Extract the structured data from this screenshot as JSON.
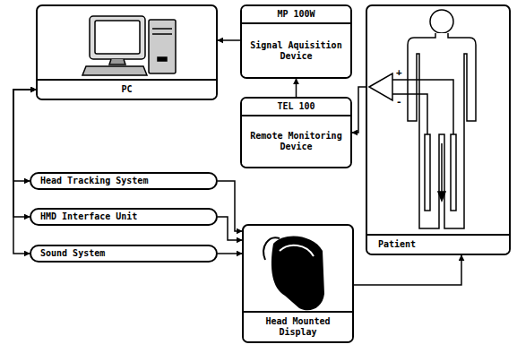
{
  "diagram": {
    "nodes": [
      {
        "text": [
          "PC"
        ]
      },
      {
        "text": [
          "MP 100W",
          "Signal Aquisition Device"
        ]
      },
      {
        "text": [
          "Patient"
        ]
      },
      {
        "text": [
          "TEL 100",
          "Remote Monitoring Device"
        ]
      },
      {
        "text": [
          "Head Tracking System"
        ]
      },
      {
        "text": [
          "HMD Interface Unit"
        ]
      },
      {
        "text": [
          "Sound System"
        ]
      },
      {
        "text": [
          "Head Mounted Display"
        ]
      }
    ],
    "edges": [
      {
        "from": 1,
        "to": 0,
        "arrow": "to"
      },
      {
        "from": 3,
        "to": 1,
        "arrow": "to"
      },
      {
        "from": 2,
        "to": 3,
        "arrow": "to"
      },
      {
        "from": 0,
        "to": 4,
        "arrow": "both"
      },
      {
        "from": 0,
        "to": 5,
        "arrow": "both"
      },
      {
        "from": 0,
        "to": 6,
        "arrow": "both"
      },
      {
        "from": 4,
        "to": 7,
        "arrow": "to"
      },
      {
        "from": 5,
        "to": 7,
        "arrow": "to"
      },
      {
        "from": 6,
        "to": 7,
        "arrow": "to"
      },
      {
        "from": 7,
        "to": 2,
        "arrow": "to"
      }
    ],
    "labels": [
      "+",
      "-"
    ]
  }
}
